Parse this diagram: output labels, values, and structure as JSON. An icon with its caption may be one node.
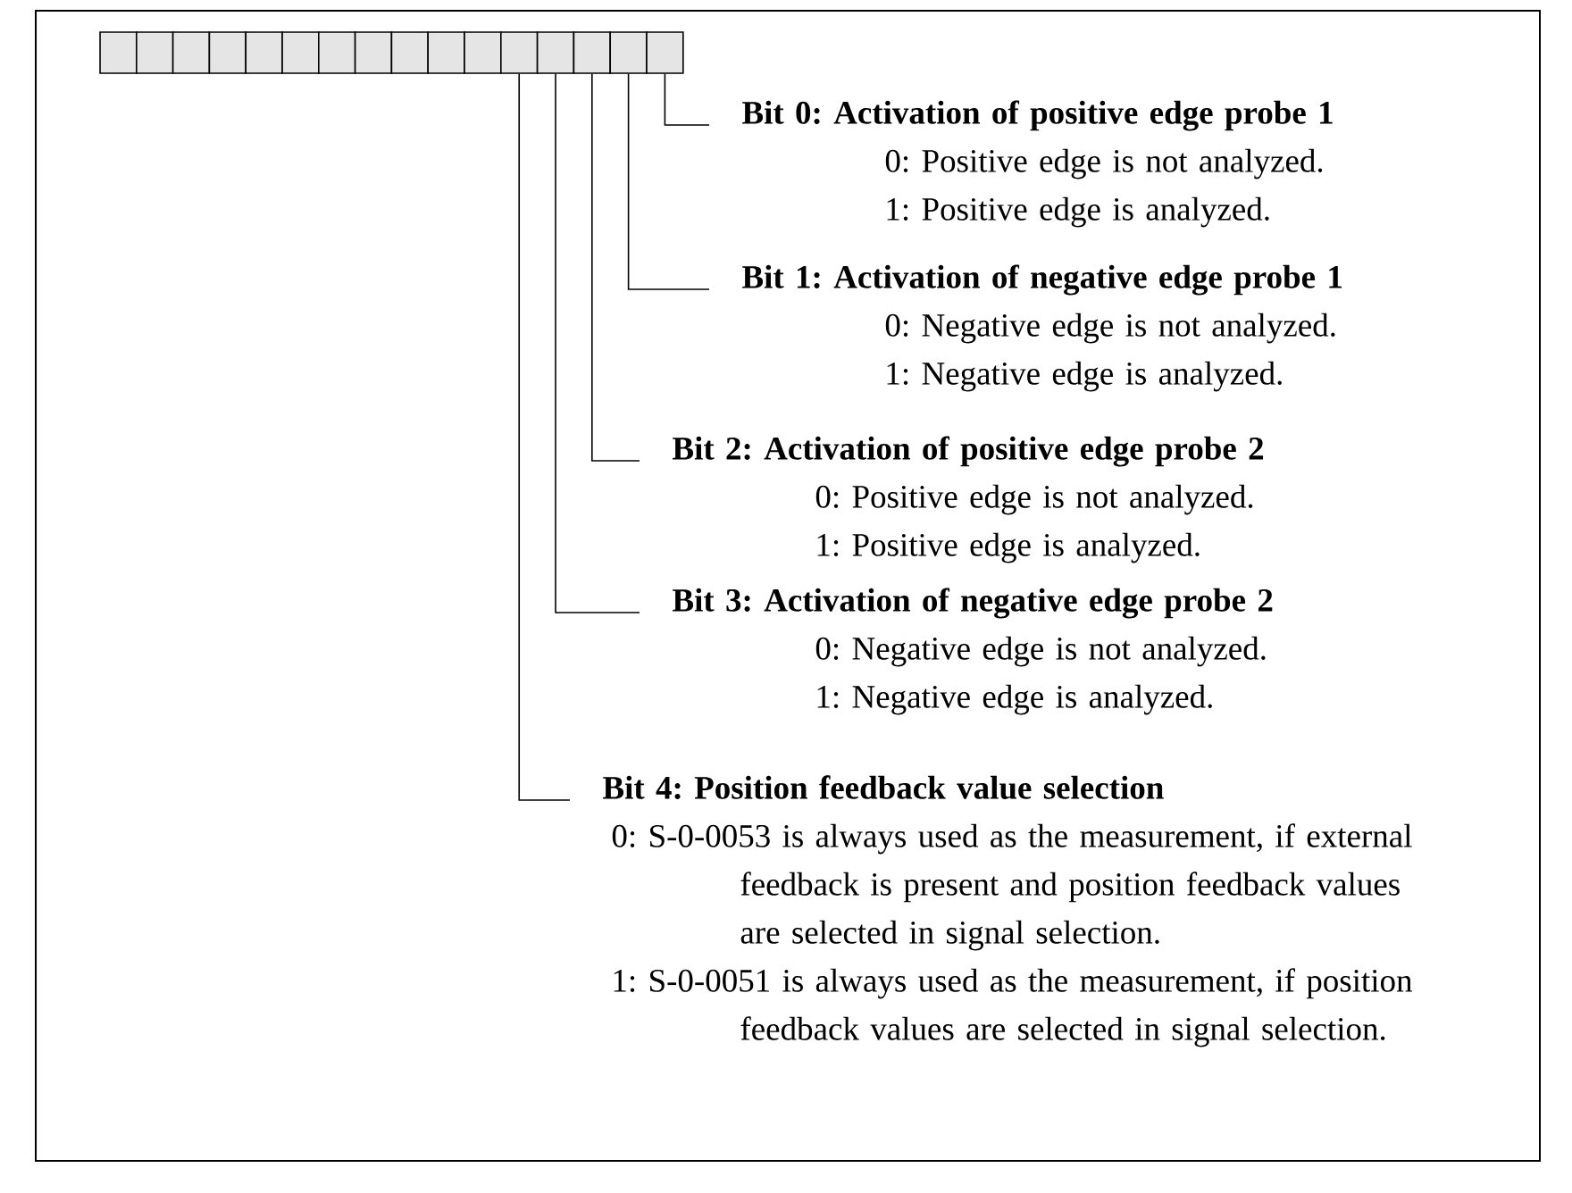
{
  "diagram": {
    "nodes": [
      {
        "text": [],
        "shape": "box"
      },
      {
        "text": [],
        "shape": "box"
      },
      {
        "text": [],
        "shape": "box"
      },
      {
        "text": [],
        "shape": "box"
      },
      {
        "text": [],
        "shape": "box"
      },
      {
        "text": [],
        "shape": "box"
      },
      {
        "text": [],
        "shape": "box"
      },
      {
        "text": [],
        "shape": "box"
      },
      {
        "text": [],
        "shape": "box"
      },
      {
        "text": [],
        "shape": "box"
      },
      {
        "text": [],
        "shape": "box"
      },
      {
        "text": [],
        "shape": "box"
      },
      {
        "text": [],
        "shape": "box"
      },
      {
        "text": [],
        "shape": "box"
      },
      {
        "text": [],
        "shape": "box"
      },
      {
        "text": [],
        "shape": "box"
      },
      {
        "text": [
          "Bit 0: Activation of positive edge probe 1",
          "0: Positive edge is not analyzed.",
          "1: Positive edge is analyzed."
        ]
      },
      {
        "text": [
          "Bit 1: Activation of negative edge probe 1",
          "0: Negative edge is not analyzed.",
          "1: Negative edge is analyzed."
        ]
      },
      {
        "text": [
          "Bit 2: Activation of positive edge probe 2",
          "0: Positive edge is not analyzed.",
          "1: Positive edge is analyzed."
        ]
      },
      {
        "text": [
          "Bit 3: Activation of negative edge probe 2",
          "0: Negative edge is not analyzed.",
          "1: Negative edge is analyzed."
        ]
      },
      {
        "text": [
          "Bit 4: Position feedback value selection",
          "0: S-0-0053 is always used as the measurement, if external feedback is present and position feedback values are selected in signal selection.",
          "1: S-0-0051 is always used as the measurement, if position feedback values are selected in signal selection."
        ]
      }
    ],
    "edges": [
      {
        "from": 16,
        "to": 15,
        "arrow": "none"
      },
      {
        "from": 17,
        "to": 14,
        "arrow": "none"
      },
      {
        "from": 18,
        "to": 13,
        "arrow": "none"
      },
      {
        "from": 19,
        "to": 12,
        "arrow": "none"
      },
      {
        "from": 20,
        "to": 11,
        "arrow": "none"
      }
    ]
  }
}
